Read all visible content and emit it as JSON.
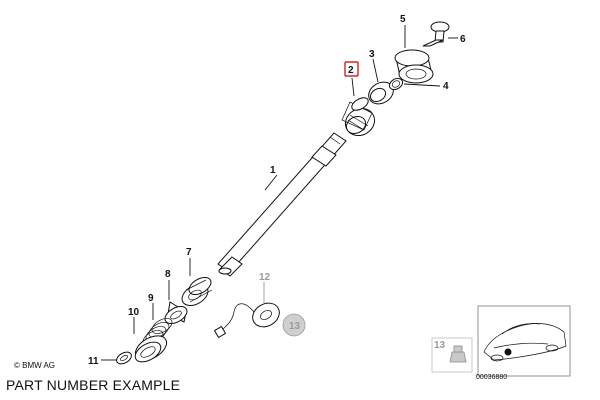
{
  "diagram": {
    "callouts": {
      "c1": "1",
      "c2": "2",
      "c3": "3",
      "c4": "4",
      "c5": "5",
      "c6": "6",
      "c7": "7",
      "c8": "8",
      "c9": "9",
      "c10": "10",
      "c11": "11",
      "c12": "12",
      "c13": "13",
      "c13_thumb": "13"
    },
    "highlight_color": "#cc0000"
  },
  "footer": {
    "copyright": "© BMW AG",
    "caption": "PART NUMBER EXAMPLE",
    "catalog_id": "00036880"
  }
}
